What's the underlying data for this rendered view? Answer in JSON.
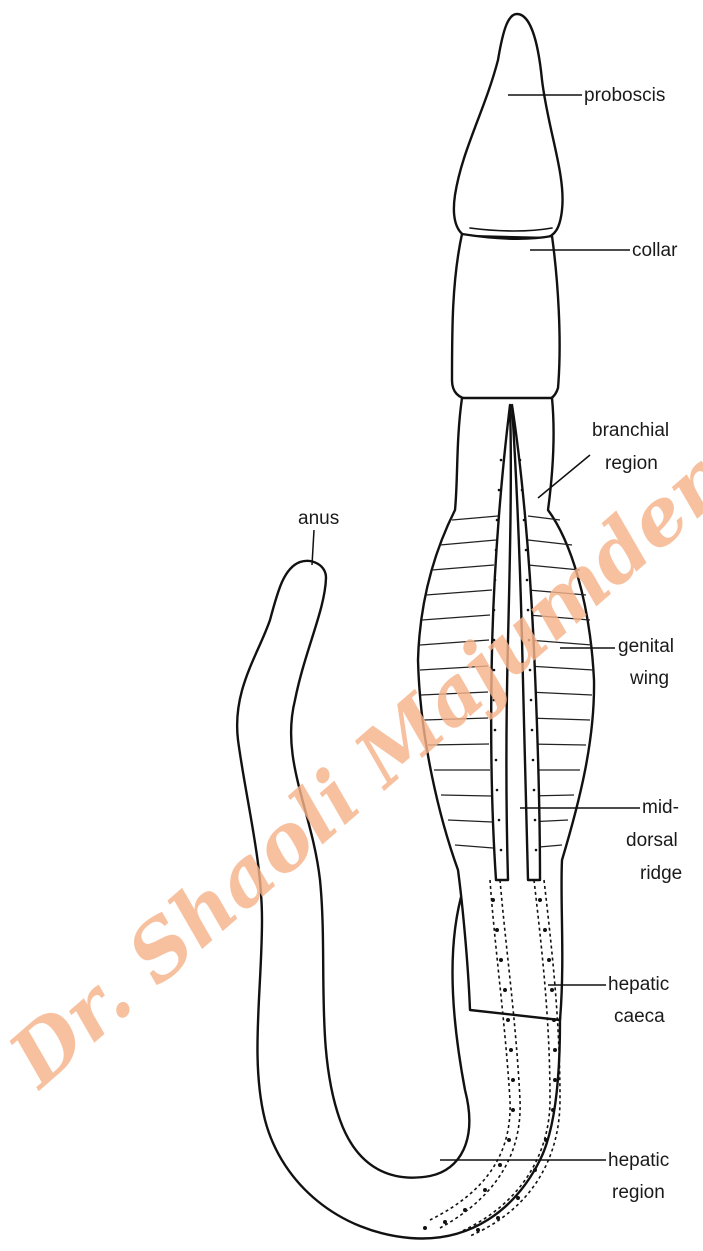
{
  "labels": {
    "proboscis": "proboscis",
    "collar": "collar",
    "branchial_line1": "branchial",
    "branchial_line2": "region",
    "anus": "anus",
    "genital_line1": "genital",
    "genital_line2": "wing",
    "middorsal_line1": "mid-",
    "middorsal_line2": "dorsal",
    "middorsal_line3": "ridge",
    "hepatic_caeca_line1": "hepatic",
    "hepatic_caeca_line2": "caeca",
    "hepatic_region_line1": "hepatic",
    "hepatic_region_line2": "region"
  },
  "watermark": "Dr. Shaoli Majumder",
  "colors": {
    "line": "#111111",
    "watermark": "#f6b48c",
    "background": "#ffffff"
  }
}
